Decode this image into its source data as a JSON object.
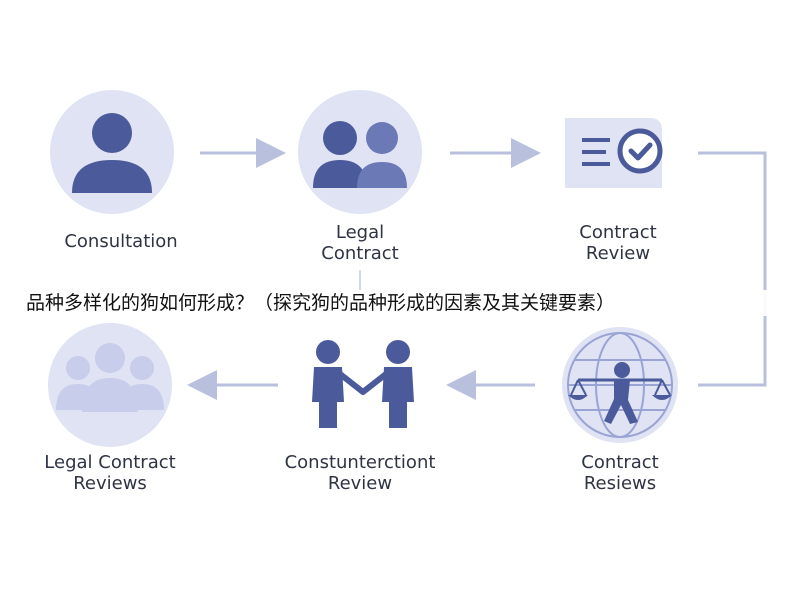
{
  "overlay_title": "品种多样化的狗如何形成？（探究狗的品种形成的因素及其关键要素）",
  "steps": [
    {
      "lines": [
        "Consultation"
      ],
      "icon": "person-icon"
    },
    {
      "lines": [
        "Legal",
        "Contract"
      ],
      "icon": "couple-icon"
    },
    {
      "lines": [
        "Contract",
        "Review"
      ],
      "icon": "document-check-icon"
    },
    {
      "lines": [
        "Contract",
        "Resiews"
      ],
      "icon": "globe-scales-icon"
    },
    {
      "lines": [
        "Constunterctiont",
        "Review"
      ],
      "icon": "handshake-icon"
    },
    {
      "lines": [
        "Legal Contract",
        "Reviews"
      ],
      "icon": "group-icon"
    }
  ],
  "colors": {
    "circle": "#dfe3f3",
    "icon": "#4b5a9a",
    "icon_light": "#c7cdea",
    "arrow": "#b9c0de"
  }
}
